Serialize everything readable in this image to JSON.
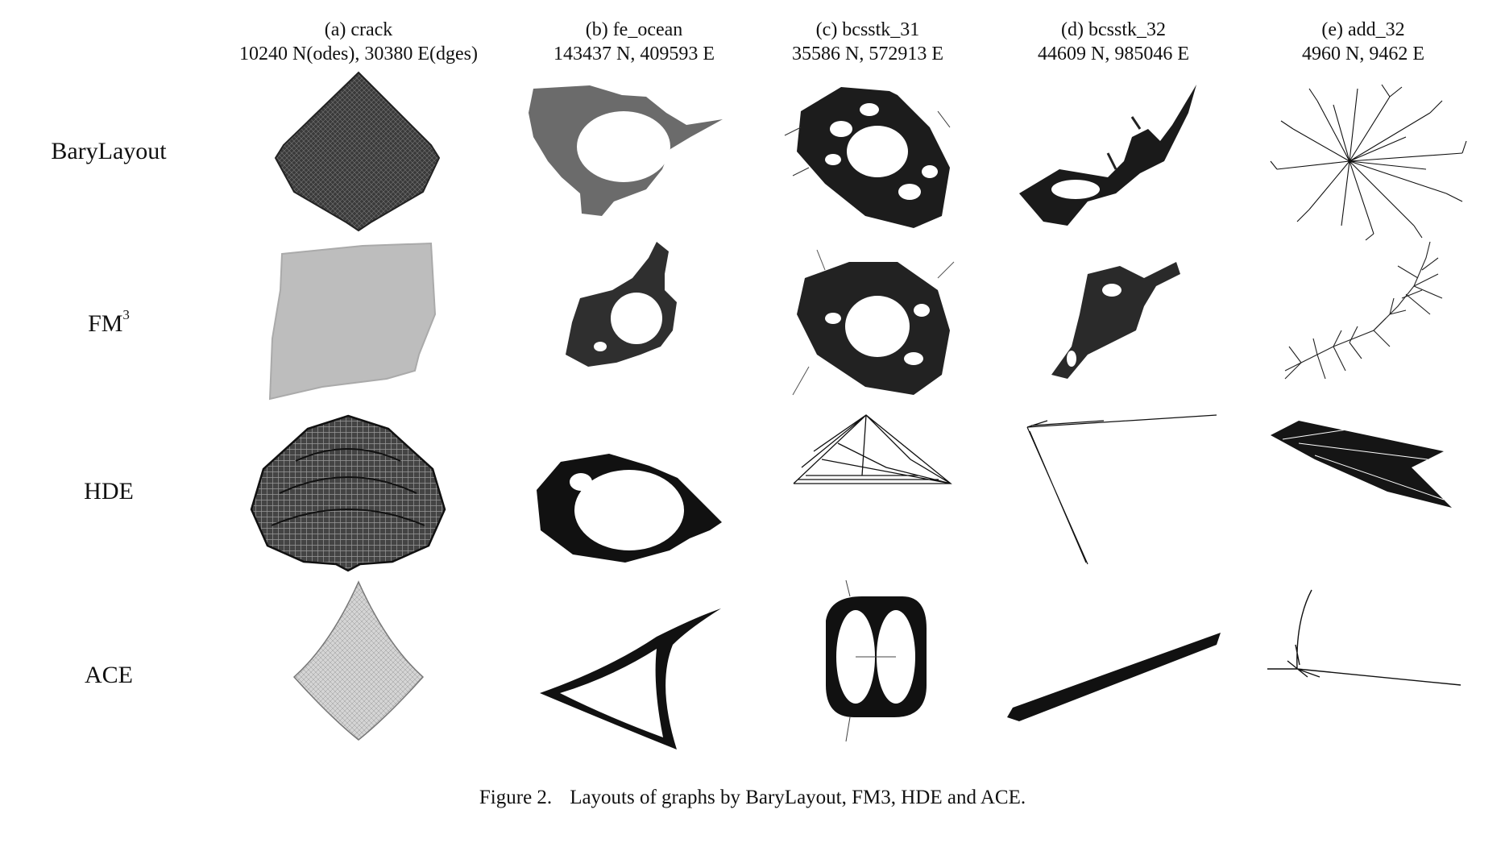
{
  "figure": {
    "number_label": "Figure 2.",
    "caption_text": "Layouts of graphs by BaryLayout, FM3, HDE and ACE."
  },
  "columns": [
    {
      "title": "(a) crack",
      "stats": "10240 N(odes), 30380 E(dges)"
    },
    {
      "title": "(b) fe_ocean",
      "stats": "143437 N, 409593 E"
    },
    {
      "title": "(c) bcsstk_31",
      "stats": "35586 N, 572913 E"
    },
    {
      "title": "(d) bcsstk_32",
      "stats": "44609 N, 985046 E"
    },
    {
      "title": "(e) add_32",
      "stats": "4960 N, 9462 E"
    }
  ],
  "rows": [
    {
      "label": "BaryLayout"
    },
    {
      "label": "FM",
      "label_sup": "3"
    },
    {
      "label": "HDE"
    },
    {
      "label": "ACE"
    }
  ],
  "colors": {
    "ink": "#111111",
    "dark_mesh": "#2b2b2b",
    "medium_mesh": "#5f5f5f",
    "light_mesh": "#bdbdbd"
  }
}
